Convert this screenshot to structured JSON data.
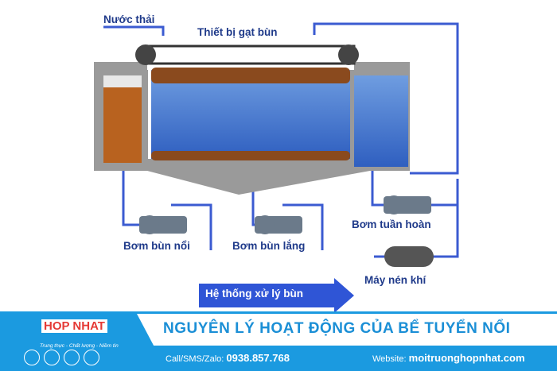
{
  "labels": {
    "inlet": "Nước thải",
    "scraper": "Thiết bị gạt bùn",
    "pump_float": "Bơm bùn nổi",
    "pump_settle": "Bơm bùn lắng",
    "pump_recycle": "Bơm tuần hoàn",
    "compressor": "Máy nén khí",
    "sludge_system": "Hệ thống xử lý bùn"
  },
  "footer": {
    "logo": "HOP NHAT",
    "slogan": "Trung thực - Chất lượng - Niềm tin",
    "title": "NGUYÊN LÝ HOẠT ĐỘNG CỦA BỂ TUYỂN NỔI",
    "call_label": "Call/SMS/Zalo:",
    "phone": "0938.857.768",
    "web_label": "Website:",
    "website": "moitruonghopnhat.com"
  },
  "colors": {
    "pipe": "#3b5bd1",
    "water": "#3f74d0",
    "sludge": "#8a4a1e",
    "footer": "#1b9ae0"
  }
}
